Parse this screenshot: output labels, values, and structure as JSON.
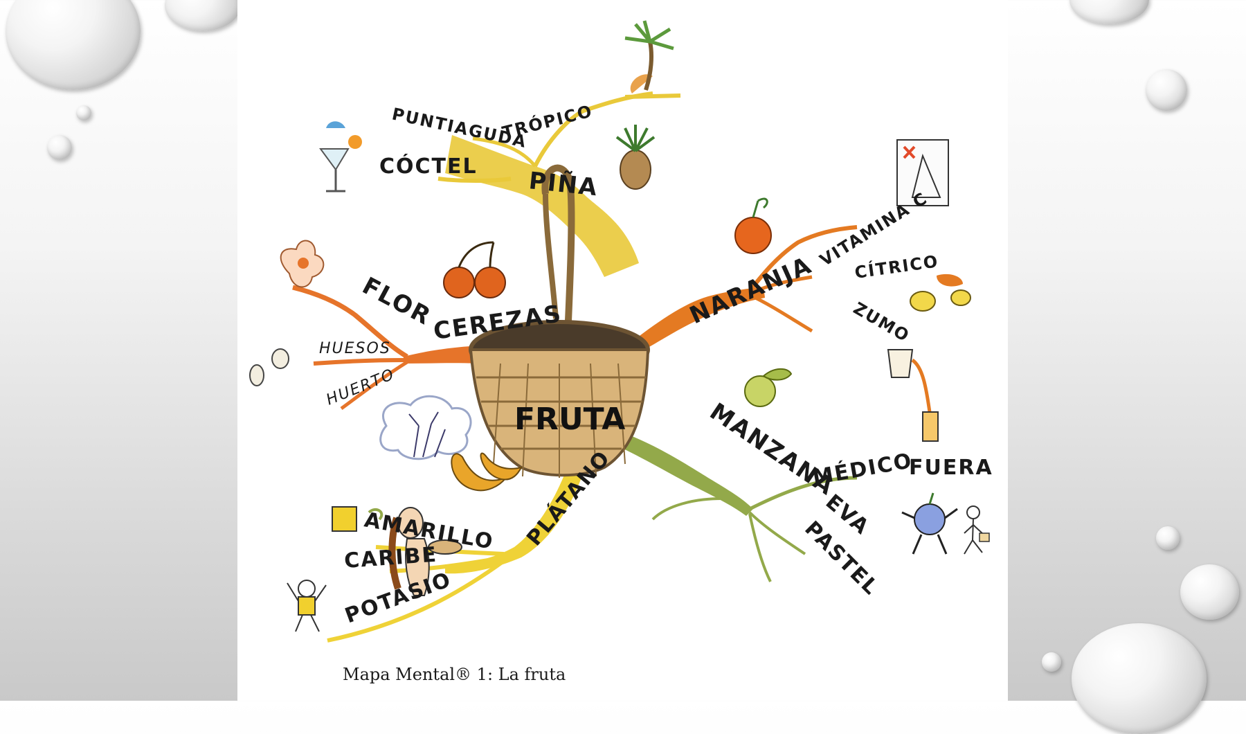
{
  "center": {
    "label": "FRUTA"
  },
  "branches": {
    "pina": {
      "label": "PIÑA",
      "sub": [
        "PUNTIAGUDA",
        "TRÓPICO",
        "CÓCTEL"
      ]
    },
    "cerezas": {
      "label": "CEREZAS",
      "sub": [
        "FLOR",
        "HUESOS",
        "HUERTO"
      ]
    },
    "platano": {
      "label": "PLÁTANO",
      "sub": [
        "AMARILLO",
        "CARIBE",
        "POTASIO"
      ]
    },
    "naranja": {
      "label": "NARANJA",
      "sub": [
        "VITAMINA C",
        "CÍTRICO",
        "ZUMO"
      ]
    },
    "manzana": {
      "label": "MANZANA",
      "sub": [
        "MÉDICO",
        "FUERA",
        "EVA",
        "PASTEL"
      ]
    }
  },
  "caption": "Mapa Mental® 1: La fruta",
  "colors": {
    "pina_branch": "#e9c93a",
    "cerezas_branch": "#e6742a",
    "naranja_branch": "#e47a22",
    "manzana_branch": "#93a94a",
    "platano_branch": "#efd237",
    "basket": "#d9b47a"
  },
  "icons": [
    "palm-tree-icon",
    "pineapple-icon",
    "cocktail-icon",
    "cherries-icon",
    "flower-icon",
    "seeds-icon",
    "tree-icon",
    "banana-icon",
    "yellow-square-icon",
    "dancing-figure-icon",
    "orange-icon",
    "doctor-sign-icon",
    "lemons-icon",
    "juice-pitcher-icon",
    "apple-icon",
    "eve-figure-icon",
    "running-apple-icon",
    "walking-doctor-icon",
    "basket-icon"
  ]
}
